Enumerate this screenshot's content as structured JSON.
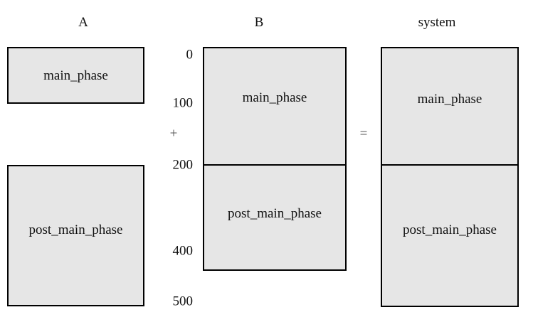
{
  "figure": {
    "type": "schedule-composition-diagram",
    "background_color": "#ffffff",
    "box_fill_color": "#e6e6e6",
    "box_border_color": "#000000",
    "text_color": "#111111",
    "operator_color": "#555555"
  },
  "columns": {
    "a": {
      "header": "A",
      "boxes": [
        {
          "label": "main_phase",
          "start": 0,
          "end": 100
        },
        {
          "label": "post_main_phase",
          "start": 200,
          "end": 500
        }
      ]
    },
    "b": {
      "header": "B",
      "boxes": [
        {
          "label": "main_phase",
          "start": 0,
          "end": 200
        },
        {
          "label": "post_main_phase",
          "start": 200,
          "end": 400
        }
      ]
    },
    "system": {
      "header": "system",
      "boxes": [
        {
          "label": "main_phase",
          "start": 0,
          "end": 200
        },
        {
          "label": "post_main_phase",
          "start": 200,
          "end": 500
        }
      ]
    }
  },
  "scale": {
    "ticks": [
      "0",
      "100",
      "200",
      "400",
      "500"
    ],
    "tick_values": [
      0,
      100,
      200,
      400,
      500
    ]
  },
  "operators": {
    "plus": "+",
    "equals": "="
  }
}
